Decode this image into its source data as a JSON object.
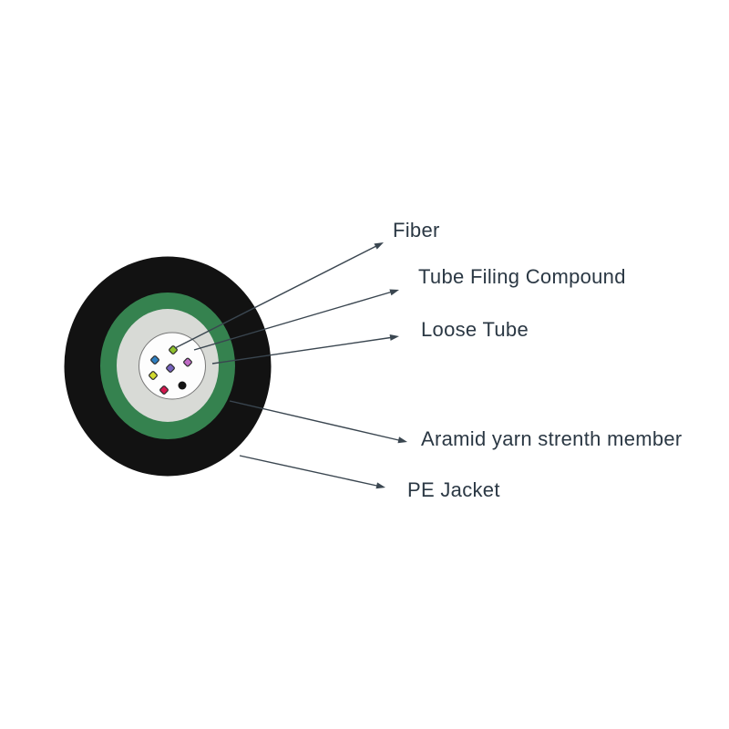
{
  "colors": {
    "background": "#ffffff",
    "line": "#3a4650",
    "text": "#2b3844",
    "tube_outline": "#777777"
  },
  "parts": [
    {
      "id": "fiber",
      "label": "Fiber"
    },
    {
      "id": "tube_filing_compound",
      "label": "Tube Filing Compound",
      "color": "#fdfdfd"
    },
    {
      "id": "loose_tube",
      "label": "Loose Tube",
      "color": "#d8dad6"
    },
    {
      "id": "aramid_yarn_strength_member",
      "label": "Aramid yarn strenth member",
      "color": "#35824f"
    },
    {
      "id": "pe_jacket",
      "label": "PE Jacket",
      "color": "#121212"
    }
  ],
  "fiber_colors": [
    "#8fc12d",
    "#2e7fc0",
    "#bf6ac5",
    "#7561bd",
    "#d2da2f",
    "#d3164e",
    "#141414"
  ]
}
